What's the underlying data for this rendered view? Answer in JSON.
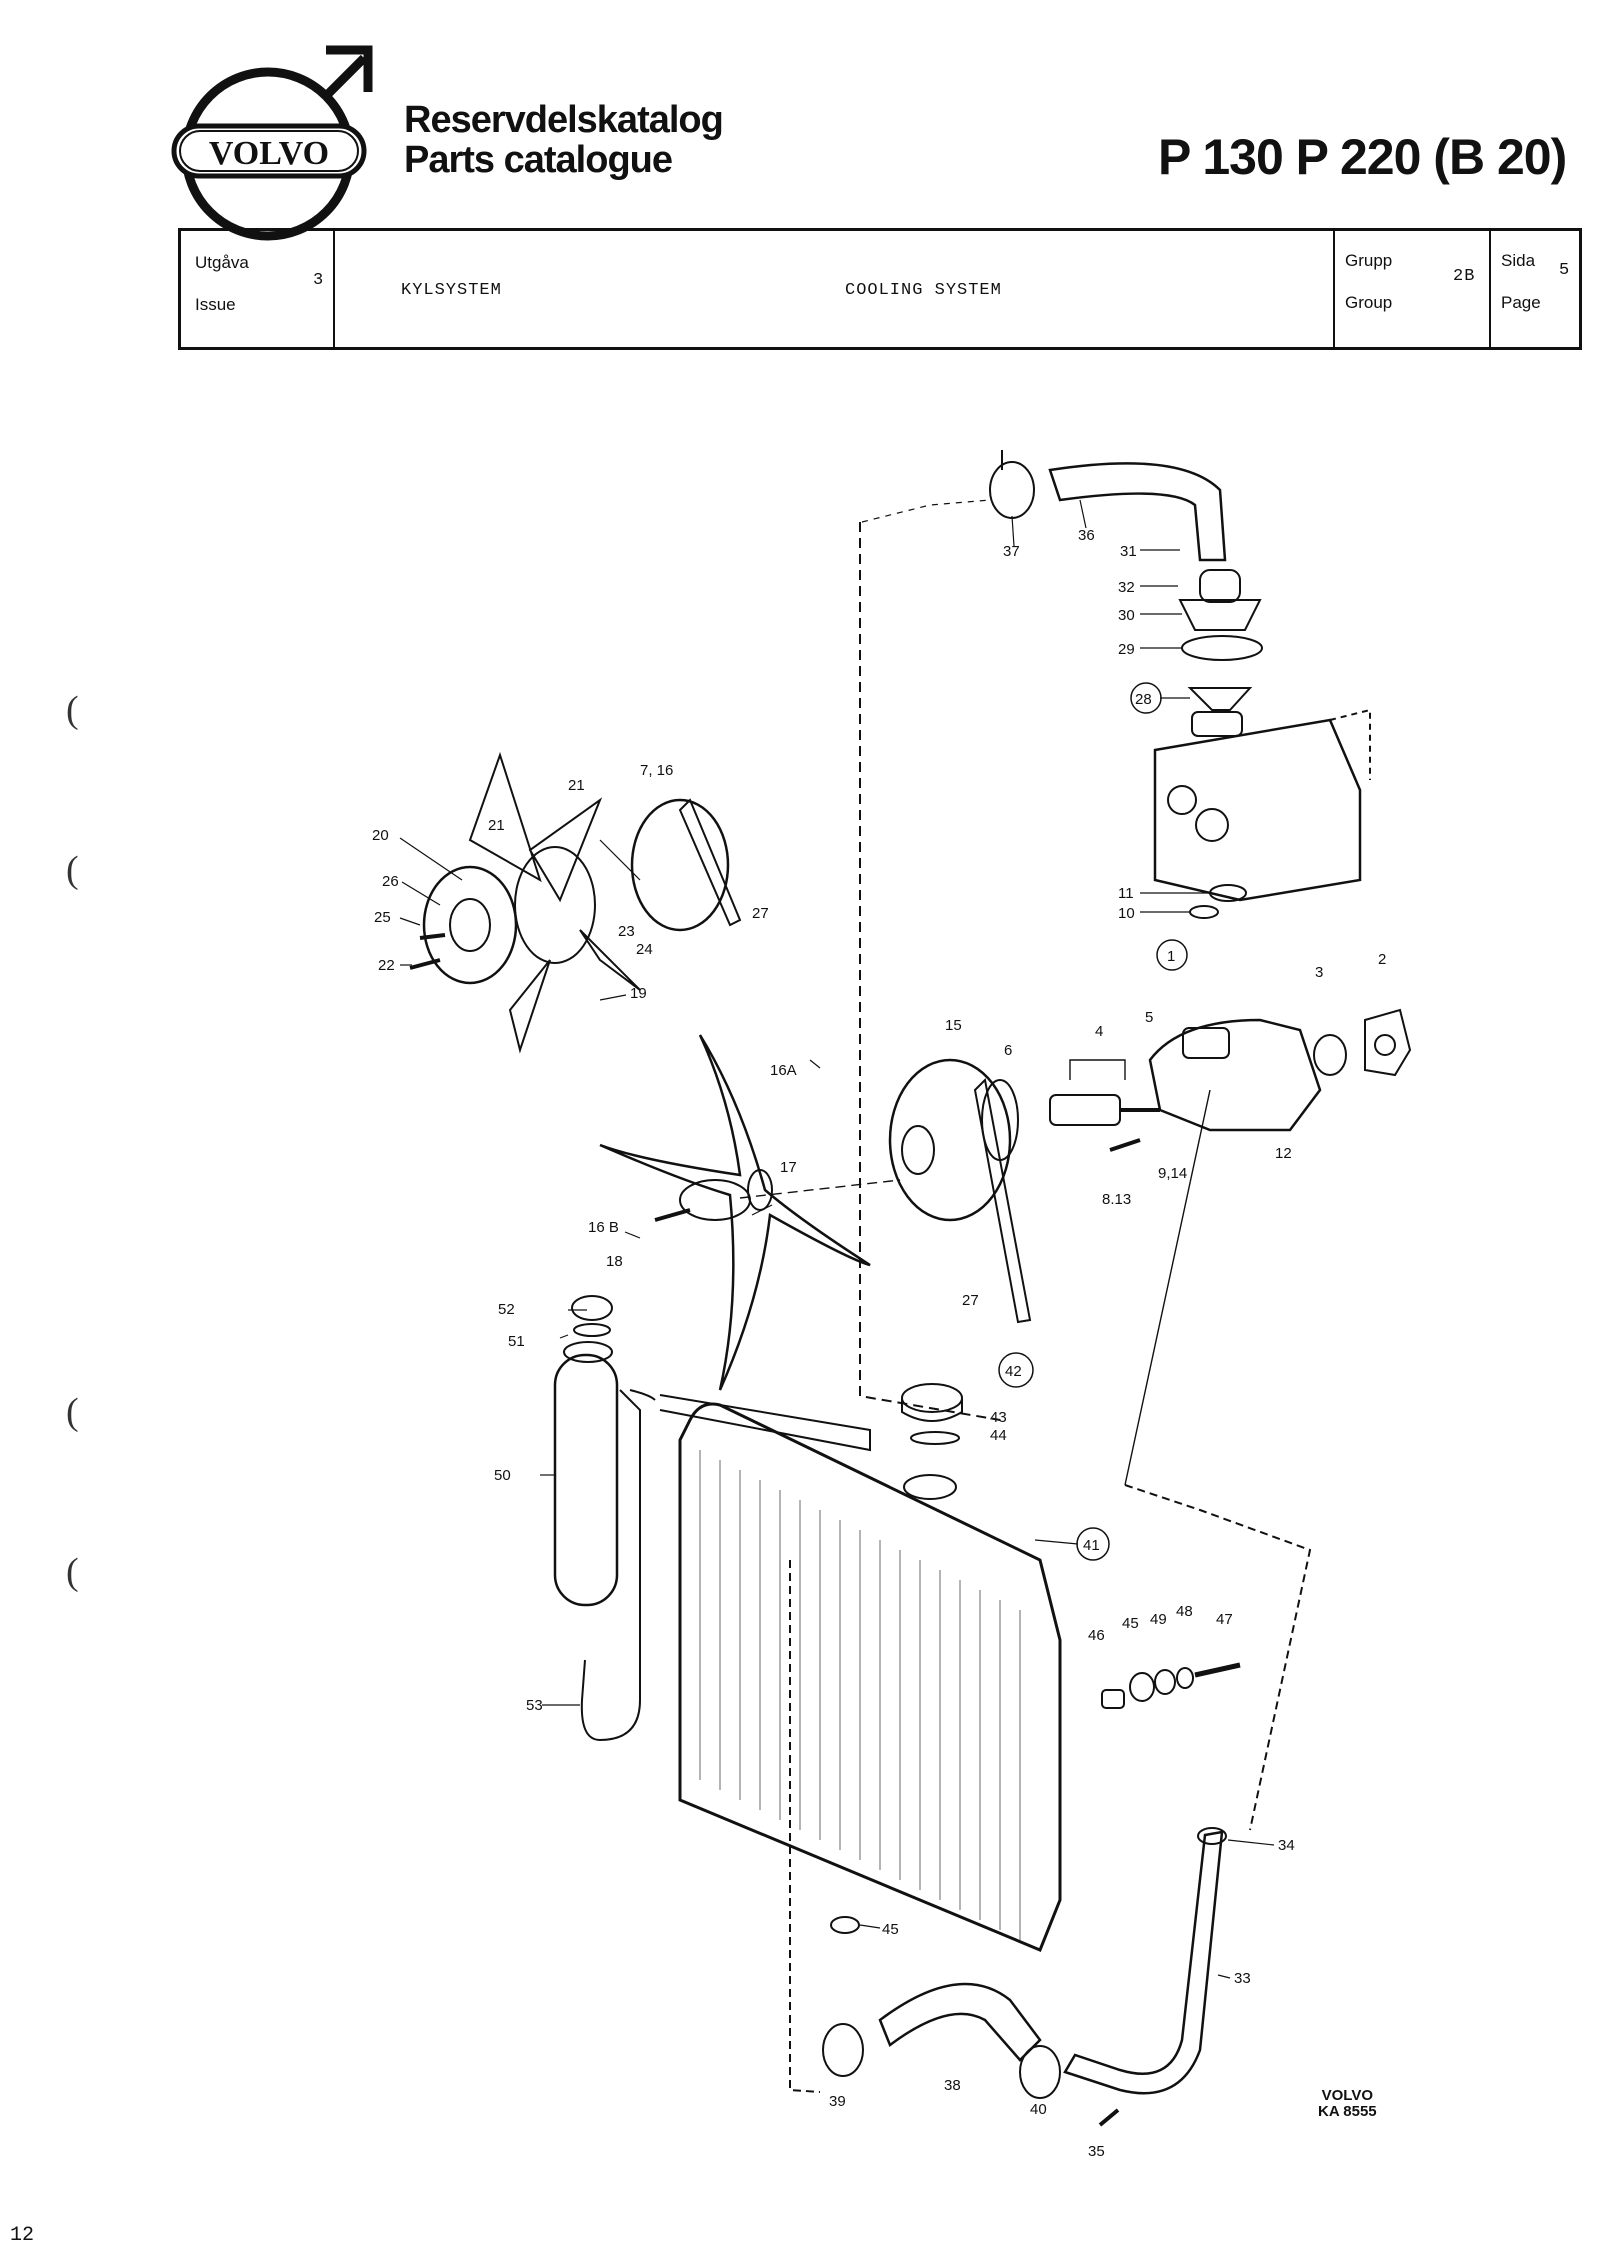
{
  "brand": {
    "logo_text": "VOLVO",
    "title_sv": "Reservdelskatalog",
    "title_en": "Parts catalogue",
    "models": "P 130  P 220 (B 20)"
  },
  "header": {
    "issue_label_sv": "Utgåva",
    "issue_label_en": "Issue",
    "issue_value": "3",
    "name_sv": "KYLSYSTEM",
    "name_en": "COOLING SYSTEM",
    "group_label_sv": "Grupp",
    "group_label_en": "Group",
    "group_value": "2B",
    "page_label_sv": "Sida",
    "page_label_en": "Page",
    "page_value": "5"
  },
  "callouts": [
    {
      "id": "37",
      "text": "37"
    },
    {
      "id": "36",
      "text": "36"
    },
    {
      "id": "31",
      "text": "31"
    },
    {
      "id": "32",
      "text": "32"
    },
    {
      "id": "30",
      "text": "30"
    },
    {
      "id": "29",
      "text": "29"
    },
    {
      "id": "28",
      "text": "28",
      "circled": true
    },
    {
      "id": "7_16",
      "text": "7, 16"
    },
    {
      "id": "21a",
      "text": "21"
    },
    {
      "id": "21b",
      "text": "21"
    },
    {
      "id": "20",
      "text": "20"
    },
    {
      "id": "26",
      "text": "26"
    },
    {
      "id": "25",
      "text": "25"
    },
    {
      "id": "22",
      "text": "22"
    },
    {
      "id": "23",
      "text": "23"
    },
    {
      "id": "24",
      "text": "24"
    },
    {
      "id": "19",
      "text": "19"
    },
    {
      "id": "27a",
      "text": "27"
    },
    {
      "id": "11",
      "text": "11"
    },
    {
      "id": "10",
      "text": "10"
    },
    {
      "id": "1",
      "text": "1",
      "circled": true
    },
    {
      "id": "3",
      "text": "3"
    },
    {
      "id": "2",
      "text": "2"
    },
    {
      "id": "15",
      "text": "15"
    },
    {
      "id": "6",
      "text": "6"
    },
    {
      "id": "4",
      "text": "4"
    },
    {
      "id": "5",
      "text": "5"
    },
    {
      "id": "16A",
      "text": "16A"
    },
    {
      "id": "17",
      "text": "17"
    },
    {
      "id": "16B",
      "text": "16 B"
    },
    {
      "id": "18",
      "text": "18"
    },
    {
      "id": "8_13",
      "text": "8.13"
    },
    {
      "id": "9_14",
      "text": "9,14"
    },
    {
      "id": "12",
      "text": "12"
    },
    {
      "id": "27b",
      "text": "27"
    },
    {
      "id": "52",
      "text": "52"
    },
    {
      "id": "51",
      "text": "51"
    },
    {
      "id": "42",
      "text": "42",
      "circled": true
    },
    {
      "id": "43",
      "text": "43"
    },
    {
      "id": "44",
      "text": "44"
    },
    {
      "id": "50",
      "text": "50"
    },
    {
      "id": "41",
      "text": "41",
      "circled": true
    },
    {
      "id": "46",
      "text": "46"
    },
    {
      "id": "45a",
      "text": "45"
    },
    {
      "id": "49",
      "text": "49"
    },
    {
      "id": "48",
      "text": "48"
    },
    {
      "id": "47",
      "text": "47"
    },
    {
      "id": "53",
      "text": "53"
    },
    {
      "id": "34",
      "text": "34"
    },
    {
      "id": "45b",
      "text": "45"
    },
    {
      "id": "33",
      "text": "33"
    },
    {
      "id": "39",
      "text": "39"
    },
    {
      "id": "38",
      "text": "38"
    },
    {
      "id": "40",
      "text": "40"
    },
    {
      "id": "35",
      "text": "35"
    }
  ],
  "stamp": {
    "line1": "VOLVO",
    "line2": "KA 8555"
  },
  "page_number": "12"
}
